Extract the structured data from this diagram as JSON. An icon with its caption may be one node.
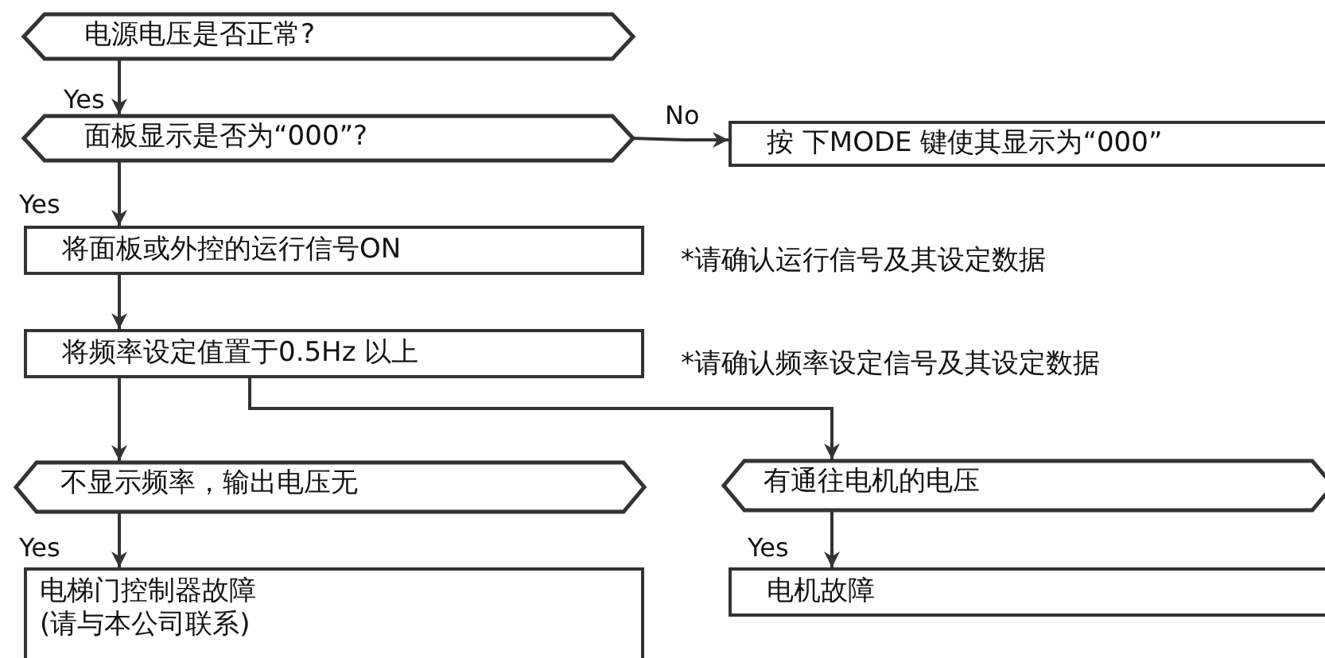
{
  "diagram": {
    "nodes": [
      {
        "text": [
          "电源电压是否正常?"
        ]
      },
      {
        "text": [
          "面板显示是否为“000”?"
        ]
      },
      {
        "text": [
          "按 下MODE 键使其显示为“000”"
        ]
      },
      {
        "text": [
          "将面板或外控的运行信号ON"
        ]
      },
      {
        "text": [
          "将频率设定值置于0.5Hz 以上"
        ]
      },
      {
        "text": [
          "不显示频率，输出电压无"
        ]
      },
      {
        "text": [
          "有通往电机的电压"
        ]
      },
      {
        "text": [
          "电梯门控制器故障",
          "(请与本公司联系)"
        ]
      },
      {
        "text": [
          "电机故障"
        ]
      }
    ],
    "edges": [
      {
        "from": 0,
        "to": 1,
        "arrow": "to",
        "label": "Yes"
      },
      {
        "from": 1,
        "to": 2,
        "arrow": "to",
        "label": "No"
      },
      {
        "from": 1,
        "to": 3,
        "arrow": "to",
        "label": "Yes"
      },
      {
        "from": 3,
        "to": 4,
        "arrow": "to"
      },
      {
        "from": 4,
        "to": 5,
        "arrow": "to"
      },
      {
        "from": 4,
        "to": 6,
        "arrow": "to"
      },
      {
        "from": 5,
        "to": 7,
        "arrow": "to",
        "label": "Yes"
      },
      {
        "from": 6,
        "to": 8,
        "arrow": "to",
        "label": "Yes"
      }
    ],
    "labels": [
      "*请确认运行信号及其设定数据",
      "*请确认频率设定信号及其设定数据"
    ]
  }
}
